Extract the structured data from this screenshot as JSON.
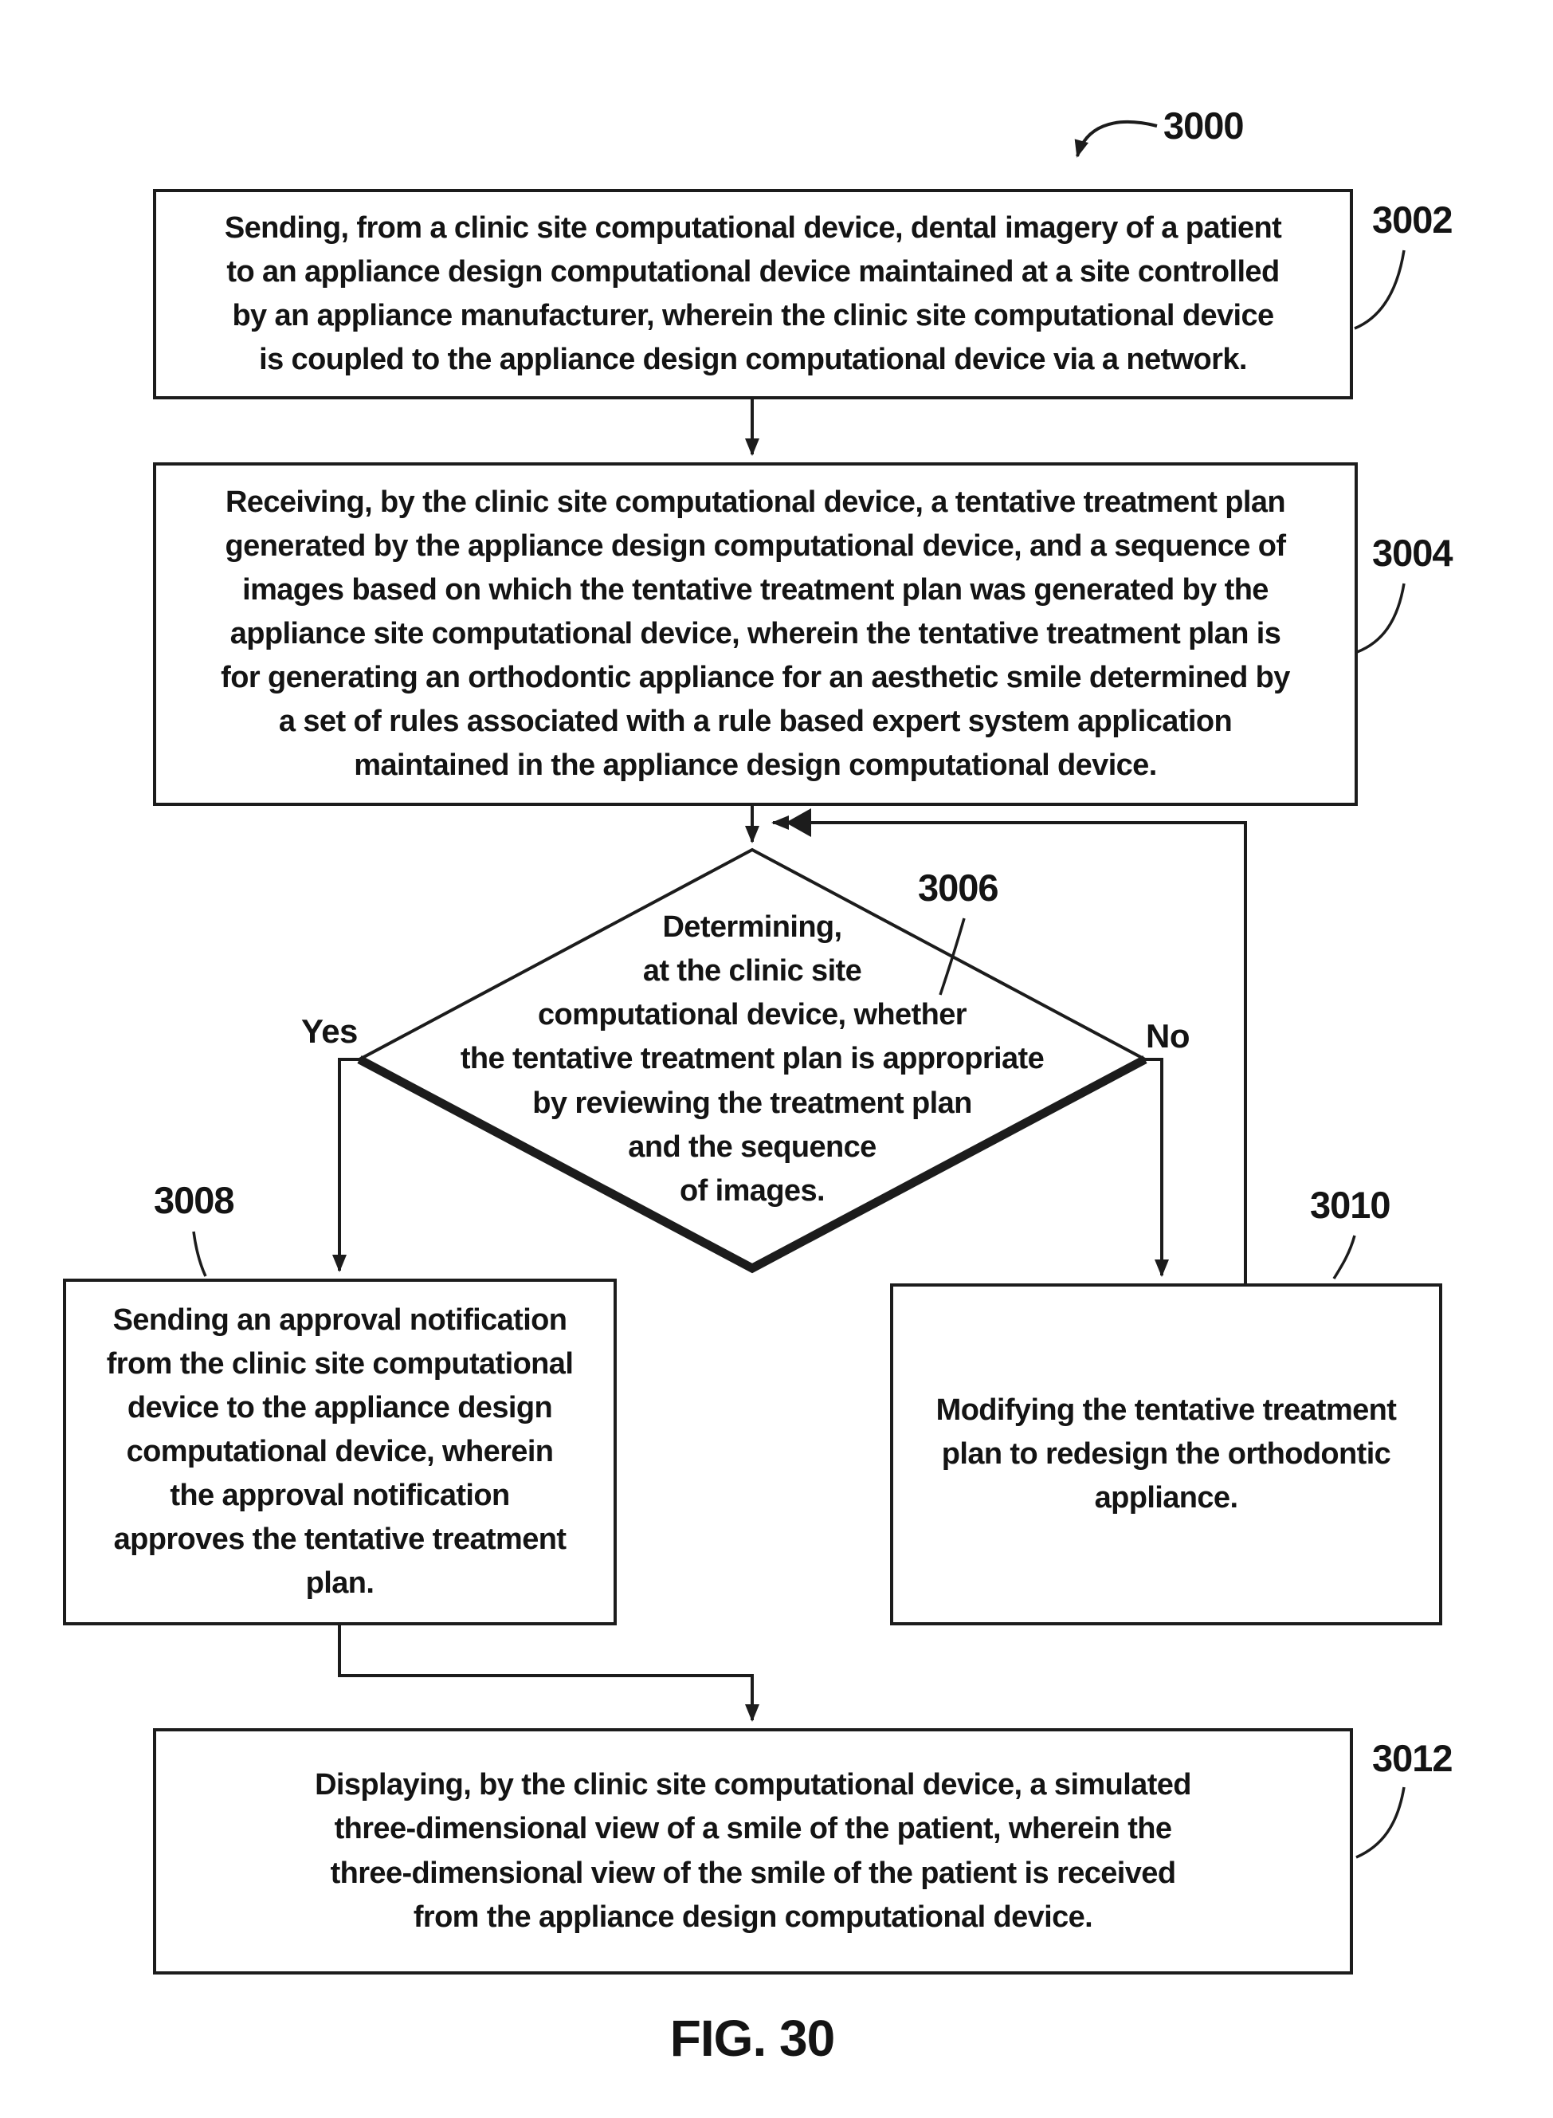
{
  "figure": {
    "caption": "FIG. 30",
    "diagram_ref": "3000"
  },
  "branches": {
    "yes": "Yes",
    "no": "No"
  },
  "nodes": {
    "n3002": {
      "ref": "3002",
      "text": "Sending, from a clinic site computational device, dental imagery of a patient\nto an appliance design computational device maintained at a site controlled\nby an appliance manufacturer, wherein the clinic site computational device\nis coupled to the appliance design computational device via a network."
    },
    "n3004": {
      "ref": "3004",
      "text": "Receiving, by the clinic site computational device, a tentative treatment plan\ngenerated by the appliance design computational device, and a sequence of\nimages based on which the tentative treatment plan was generated by the\nappliance site computational device, wherein the tentative treatment plan is\nfor generating an orthodontic appliance for an aesthetic smile determined by\na set of rules associated with a rule based expert system application\nmaintained in the appliance design computational device."
    },
    "n3006": {
      "ref": "3006",
      "text": "Determining,\nat the clinic site\ncomputational device, whether\nthe tentative treatment plan is appropriate\nby reviewing the treatment plan\nand the sequence\nof images."
    },
    "n3008": {
      "ref": "3008",
      "text": "Sending an approval notification\nfrom the clinic site computational\ndevice to the appliance design\ncomputational device, wherein\nthe approval notification\napproves the tentative treatment\nplan."
    },
    "n3010": {
      "ref": "3010",
      "text": "Modifying the tentative treatment\nplan to redesign the orthodontic\nappliance."
    },
    "n3012": {
      "ref": "3012",
      "text": "Displaying, by the clinic site computational device, a simulated\nthree-dimensional view of a smile of the patient, wherein the\nthree-dimensional view of the smile of the patient is received\nfrom the appliance design computational device."
    }
  }
}
